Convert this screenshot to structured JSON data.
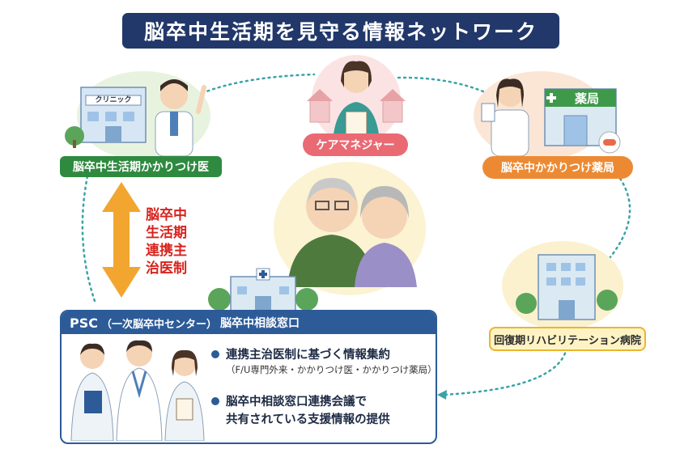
{
  "title": "脳卒中生活期を見守る情報ネットワーク",
  "nodes": {
    "clinic_label": "脳卒中生活期かかりつけ医",
    "clinic_sign": "クリニック",
    "care_manager_label": "ケアマネジャー",
    "pharmacy_label": "脳卒中かかりつけ薬局",
    "pharmacy_sign": "薬局",
    "rehab_label": "回復期リハビリテーション病院"
  },
  "link_label": [
    "脳卒中",
    "生活期",
    "連携主",
    "治医制"
  ],
  "psc": {
    "header_main": "PSC",
    "header_paren": "（一次脳卒中センター）",
    "header_rest": "脳卒中相談窓口",
    "bullet1": "連携主治医制に基づく情報集約",
    "bullet1_sub": "（F/U専門外来・かかりつけ医・かかりつけ薬局）",
    "bullet2_line1": "脳卒中相談窓口連携会議で",
    "bullet2_line2": "共有されている支援情報の提供"
  },
  "colors": {
    "title_bg": "#22386a",
    "clinic_green": "#2e8a3f",
    "care_pink": "#ea6a74",
    "pharmacy_orange": "#ec8a33",
    "rehab_yellow": "#e9b630",
    "psc_blue": "#2c5b98",
    "dotted_teal": "#3aa3a6",
    "arrow_orange": "#f2a630",
    "link_red": "#d8231d"
  }
}
